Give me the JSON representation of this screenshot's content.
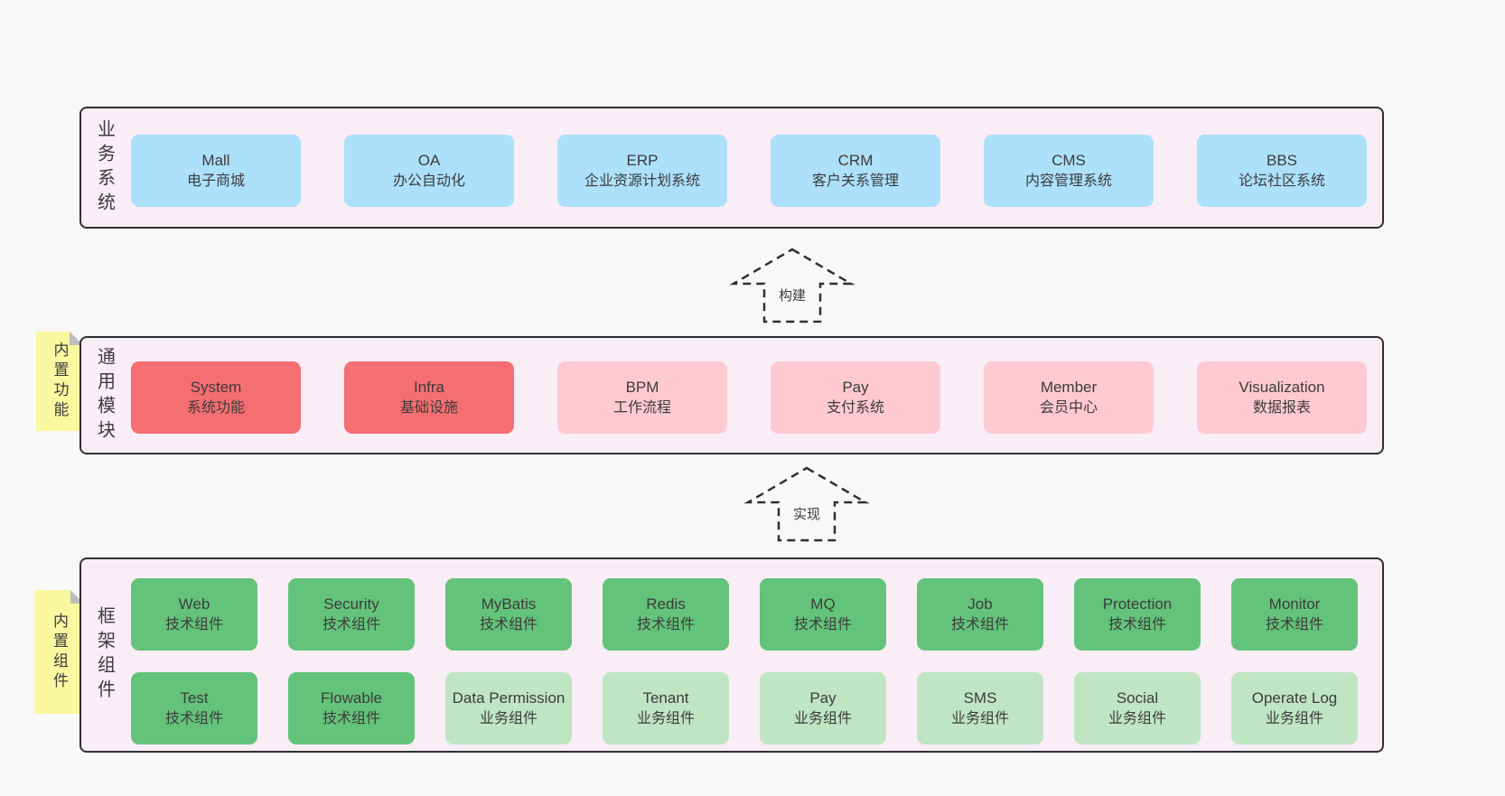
{
  "colors": {
    "pageBg": "#F8F8F8",
    "containerBg": "#F9EDF6",
    "border": "#303030",
    "text": "#3C3C3C",
    "blue": "#ADE0FB",
    "red": "#F56E71",
    "pink": "#FFC9D2",
    "greenDark": "#64C37A",
    "greenLight": "#C0E5C3",
    "tabYellow": "#FAF7A1",
    "fold": "#BDBDBD"
  },
  "layers": [
    {
      "label": "业务系统",
      "boxes": [
        {
          "name": "Mall",
          "desc": "电子商城"
        },
        {
          "name": "OA",
          "desc": "办公自动化"
        },
        {
          "name": "ERP",
          "desc": "企业资源计划系统"
        },
        {
          "name": "CRM",
          "desc": "客户关系管理"
        },
        {
          "name": "CMS",
          "desc": "内容管理系统"
        },
        {
          "name": "BBS",
          "desc": "论坛社区系统"
        }
      ]
    },
    {
      "label": "通用模块",
      "tab": "内置功能",
      "boxes": [
        {
          "name": "System",
          "desc": "系统功能"
        },
        {
          "name": "Infra",
          "desc": "基础设施"
        },
        {
          "name": "BPM",
          "desc": "工作流程"
        },
        {
          "name": "Pay",
          "desc": "支付系统"
        },
        {
          "name": "Member",
          "desc": "会员中心"
        },
        {
          "name": "Visualization",
          "desc": "数据报表"
        }
      ]
    },
    {
      "label": "框架组件",
      "tab": "内置组件",
      "rows": [
        [
          {
            "name": "Web",
            "desc": "技术组件"
          },
          {
            "name": "Security",
            "desc": "技术组件"
          },
          {
            "name": "MyBatis",
            "desc": "技术组件"
          },
          {
            "name": "Redis",
            "desc": "技术组件"
          },
          {
            "name": "MQ",
            "desc": "技术组件"
          },
          {
            "name": "Job",
            "desc": "技术组件"
          },
          {
            "name": "Protection",
            "desc": "技术组件"
          },
          {
            "name": "Monitor",
            "desc": "技术组件"
          }
        ],
        [
          {
            "name": "Test",
            "desc": "技术组件"
          },
          {
            "name": "Flowable",
            "desc": "技术组件"
          },
          {
            "name": "Data Permission",
            "desc": "业务组件"
          },
          {
            "name": "Tenant",
            "desc": "业务组件"
          },
          {
            "name": "Pay",
            "desc": "业务组件"
          },
          {
            "name": "SMS",
            "desc": "业务组件"
          },
          {
            "name": "Social",
            "desc": "业务组件"
          },
          {
            "name": "Operate Log",
            "desc": "业务组件"
          }
        ]
      ]
    }
  ],
  "arrows": [
    {
      "label": "构建"
    },
    {
      "label": "实现"
    }
  ]
}
